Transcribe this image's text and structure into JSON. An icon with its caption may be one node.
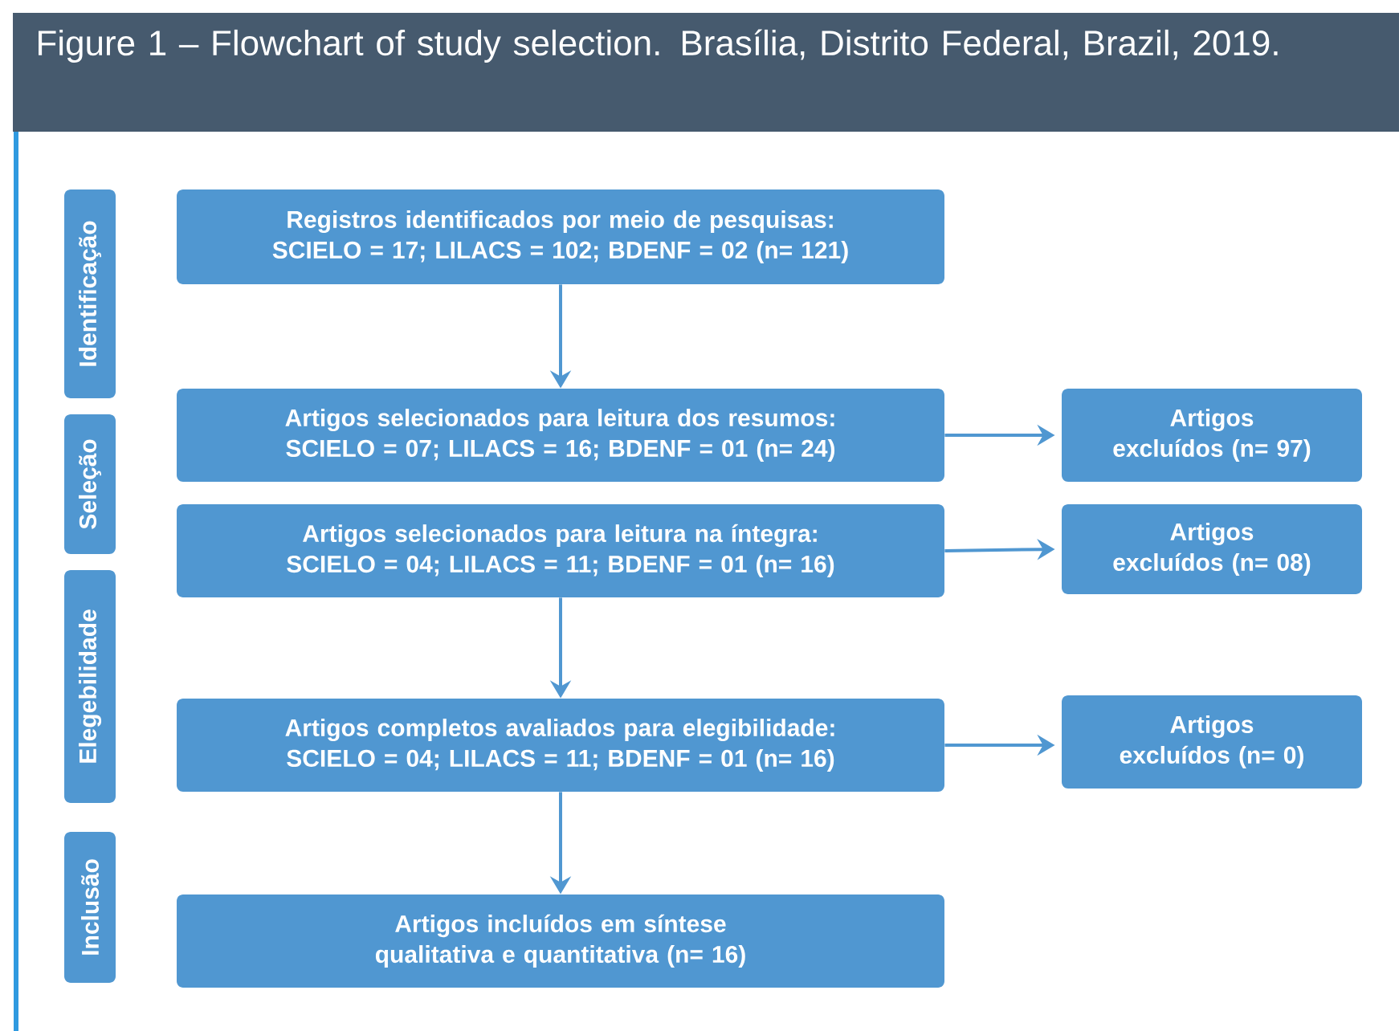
{
  "diagram": {
    "title": "Figure 1 – Flowchart of study selection. Brasília, Distrito Federal, Brazil, 2019.",
    "nodes": [
      {
        "text": [
          "Identificação"
        ]
      },
      {
        "text": [
          "Seleção"
        ]
      },
      {
        "text": [
          "Elegebilidade"
        ]
      },
      {
        "text": [
          "Inclusão"
        ]
      },
      {
        "text": [
          "Registros identificados por meio de pesquisas: SCIELO = 17; LILACS = 102; BDENF = 02 (n= 121)"
        ]
      },
      {
        "text": [
          "Artigos selecionados para leitura dos resumos: SCIELO = 07; LILACS = 16; BDENF = 01 (n= 24)"
        ]
      },
      {
        "text": [
          "Artigos excluídos (n= 97)"
        ]
      },
      {
        "text": [
          "Artigos selecionados para leitura na íntegra: SCIELO = 04; LILACS = 11; BDENF = 01 (n= 16)"
        ]
      },
      {
        "text": [
          "Artigos excluídos (n= 08)"
        ]
      },
      {
        "text": [
          "Artigos completos avaliados para elegibilidade: SCIELO = 04; LILACS = 11; BDENF = 01 (n= 16)"
        ]
      },
      {
        "text": [
          "Artigos excluídos (n= 0)"
        ]
      },
      {
        "text": [
          "Artigos incluídos em síntese qualitativa e quantitativa (n= 16)"
        ]
      }
    ],
    "edges": [
      {
        "from": 4,
        "to": 5,
        "arrow": "to"
      },
      {
        "from": 5,
        "to": 6,
        "arrow": "to"
      },
      {
        "from": 7,
        "to": 8,
        "arrow": "to"
      },
      {
        "from": 7,
        "to": 9,
        "arrow": "to"
      },
      {
        "from": 9,
        "to": 10,
        "arrow": "to"
      },
      {
        "from": 9,
        "to": 11,
        "arrow": "to"
      }
    ]
  }
}
